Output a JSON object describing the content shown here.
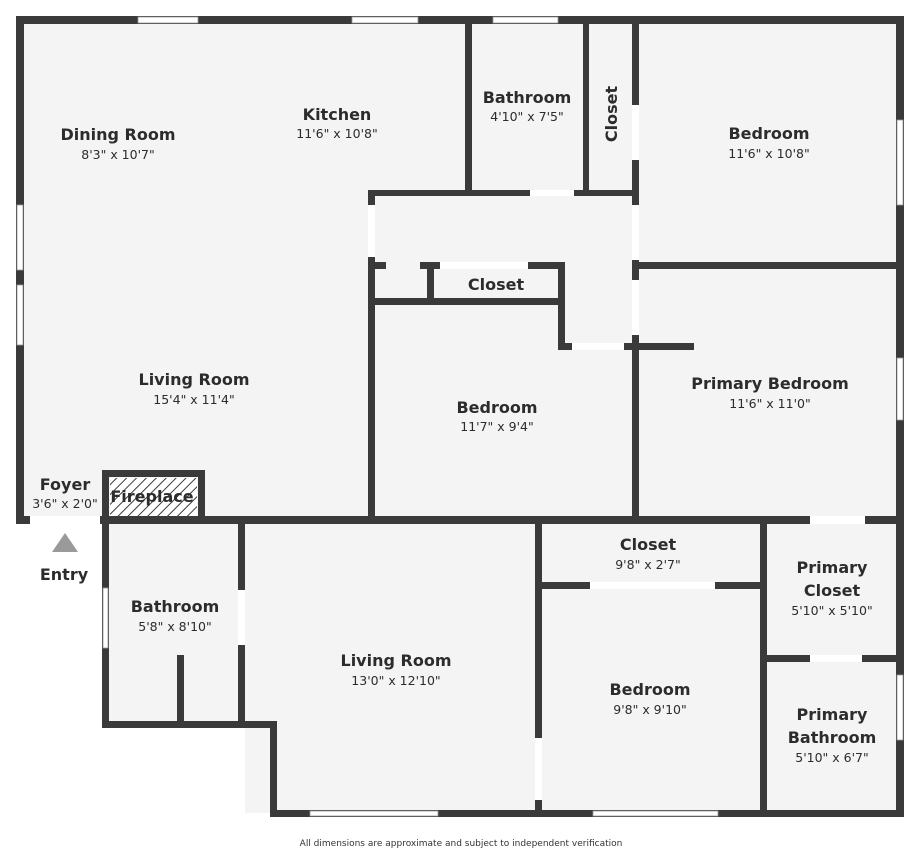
{
  "rooms": {
    "dining_room": {
      "name": "Dining Room",
      "dims": "8'3\" x 10'7\""
    },
    "kitchen": {
      "name": "Kitchen",
      "dims": "11'6\" x 10'8\""
    },
    "bathroom_top": {
      "name": "Bathroom",
      "dims": "4'10\" x 7'5\""
    },
    "closet_vertical": {
      "name": "Closet"
    },
    "bedroom_top_right": {
      "name": "Bedroom",
      "dims": "11'6\" x 10'8\""
    },
    "closet_hall": {
      "name": "Closet"
    },
    "living_room_left": {
      "name": "Living Room",
      "dims": "15'4\" x 11'4\""
    },
    "bedroom_center": {
      "name": "Bedroom",
      "dims": "11'7\" x 9'4\""
    },
    "primary_bedroom": {
      "name": "Primary Bedroom",
      "dims": "11'6\" x 11'0\""
    },
    "foyer": {
      "name": "Foyer",
      "dims": "3'6\" x 2'0\""
    },
    "fireplace": {
      "name": "Fireplace"
    },
    "bathroom_bottom": {
      "name": "Bathroom",
      "dims": "5'8\" x 8'10\""
    },
    "living_room_bottom": {
      "name": "Living Room",
      "dims": "13'0\" x 12'10\""
    },
    "closet_bottom": {
      "name": "Closet",
      "dims": "9'8\" x 2'7\""
    },
    "bedroom_bottom": {
      "name": "Bedroom",
      "dims": "9'8\" x 9'10\""
    },
    "primary_closet": {
      "name_line1": "Primary",
      "name_line2": "Closet",
      "dims": "5'10\" x 5'10\""
    },
    "primary_bathroom": {
      "name_line1": "Primary",
      "name_line2": "Bathroom",
      "dims": "5'10\" x 6'7\""
    }
  },
  "entry_label": "Entry",
  "disclaimer": "All dimensions are approximate and subject to independent verification",
  "colors": {
    "wall": "#3a3a3a",
    "floor": "#f4f4f4",
    "window": "#ffffff",
    "entry_arrow": "#9a9a9a"
  }
}
